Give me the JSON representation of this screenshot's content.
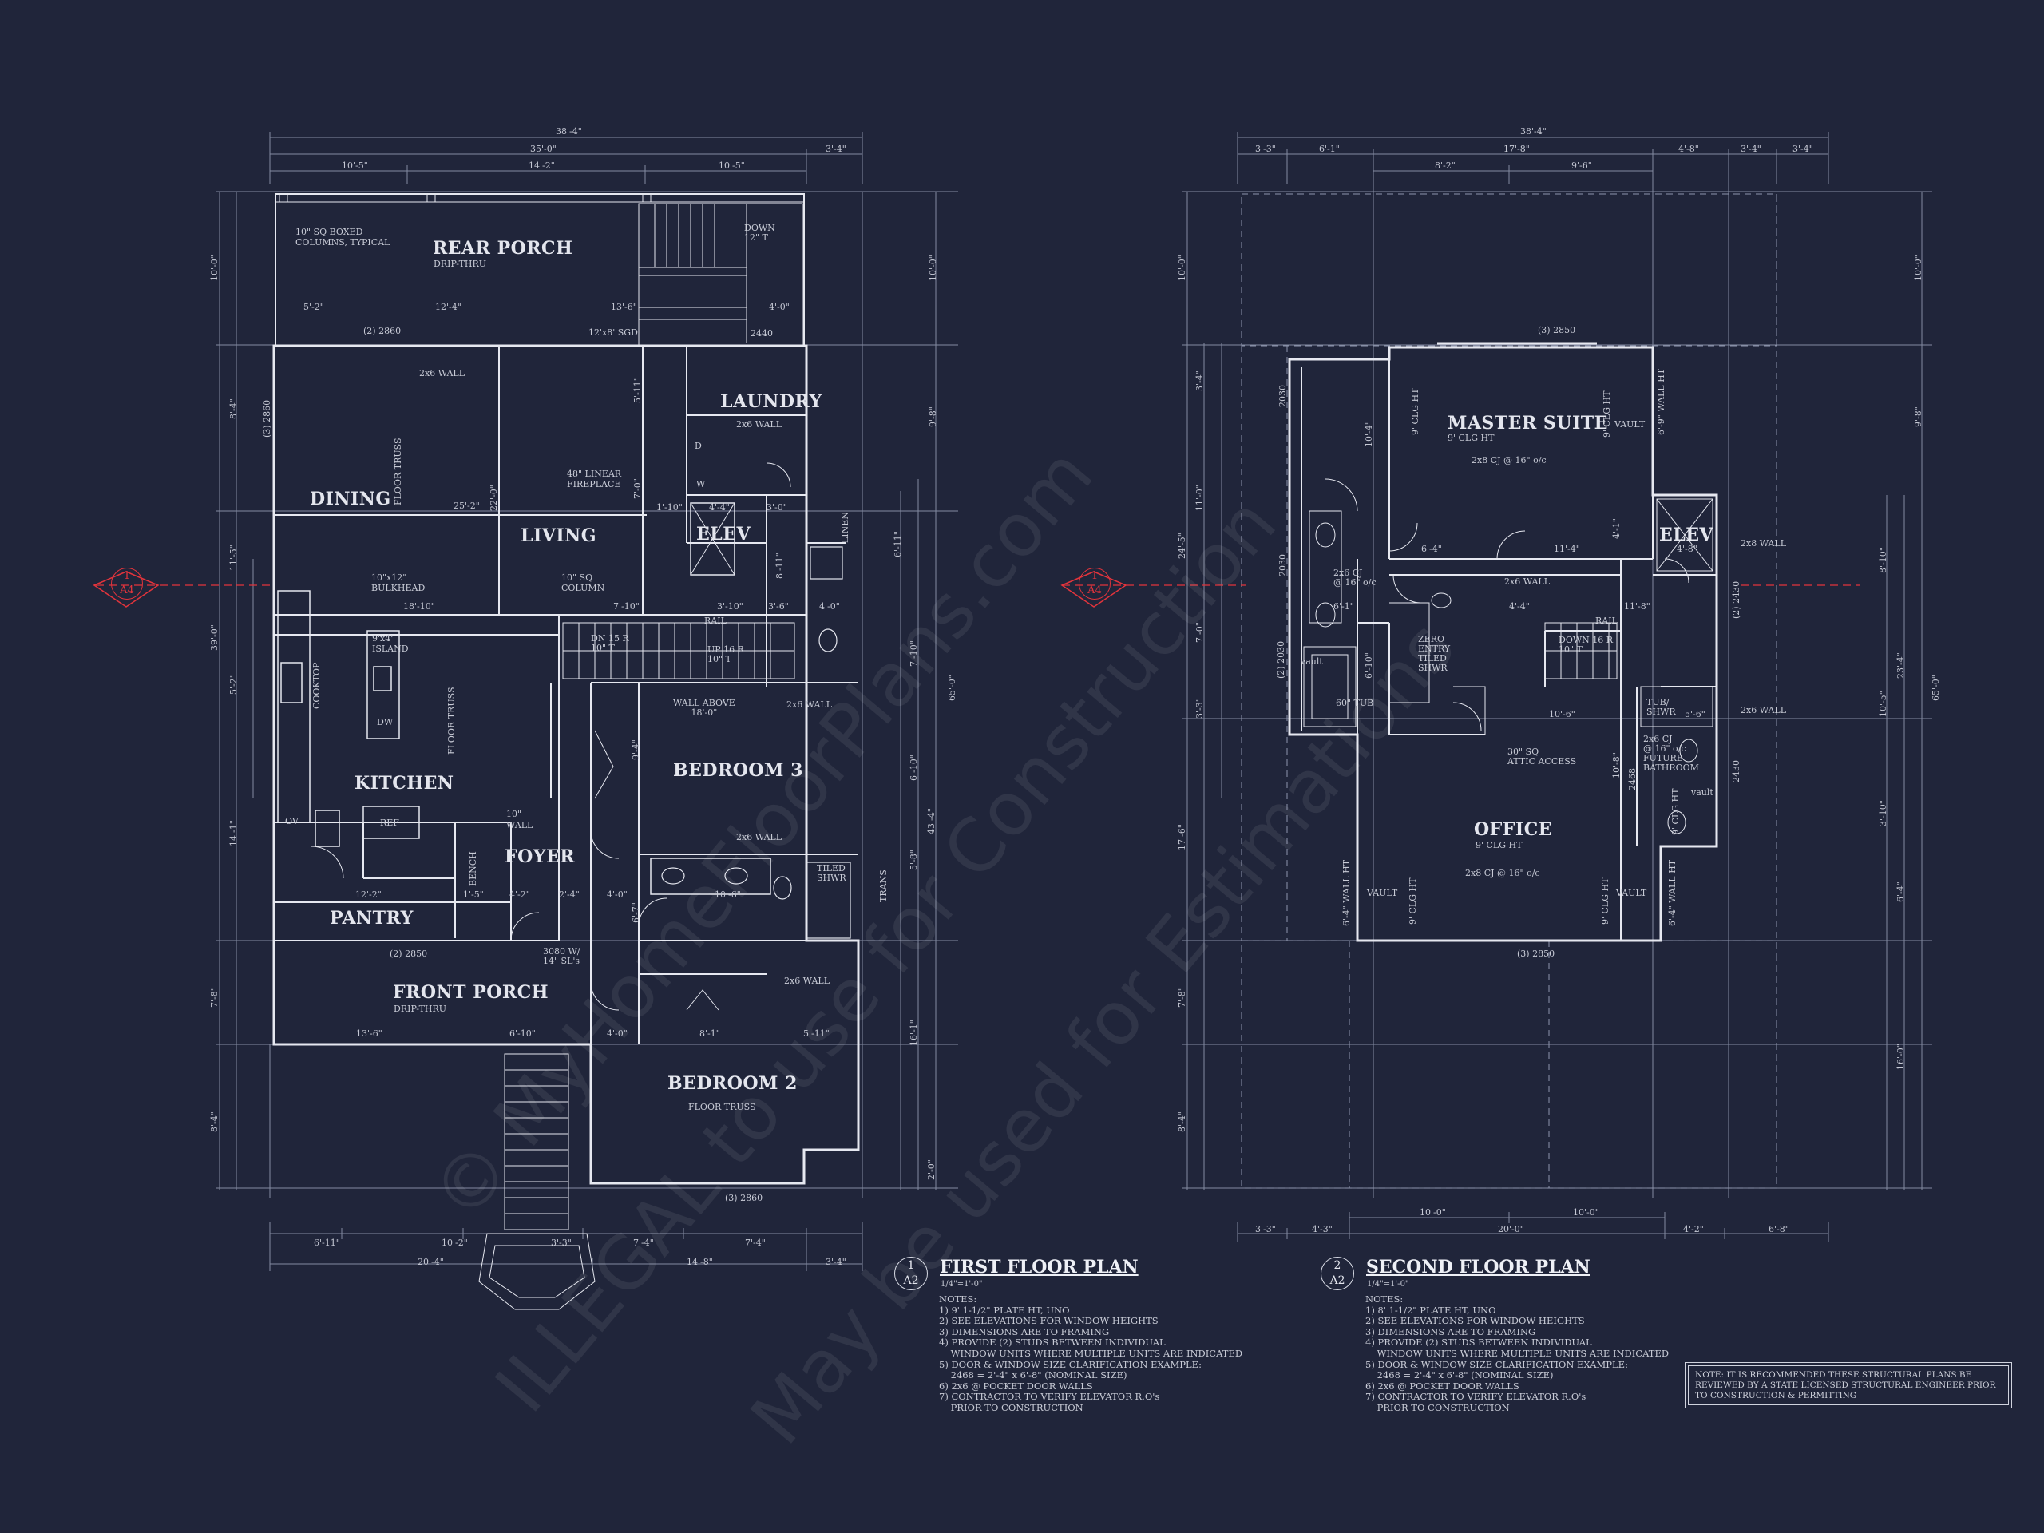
{
  "colors": {
    "background": "#20253a",
    "line": "#d0d3de",
    "section_mark": "#e3343c"
  },
  "first_floor": {
    "title": "FIRST FLOOR PLAN",
    "scale": "1/4\"=1'-0\"",
    "bubble_top": "1",
    "bubble_bottom": "A2",
    "notes": "NOTES:\n1) 9' 1-1/2\" PLATE HT, UNO\n2) SEE ELEVATIONS FOR WINDOW HEIGHTS\n3) DIMENSIONS ARE TO FRAMING\n4) PROVIDE (2) STUDS BETWEEN INDIVIDUAL\n    WINDOW UNITS WHERE MULTIPLE UNITS ARE INDICATED\n5) DOOR & WINDOW SIZE CLARIFICATION EXAMPLE:\n    2468 = 2'-4\" x 6'-8\" (NOMINAL SIZE)\n6) 2x6 @ POCKET DOOR WALLS\n7) CONTRACTOR TO VERIFY ELEVATOR R.O's\n    PRIOR TO CONSTRUCTION",
    "rooms": {
      "rear_porch": "REAR PORCH",
      "rear_porch_sub": "DRIP-THRU",
      "laundry": "LAUNDRY",
      "dining": "DINING",
      "living": "LIVING",
      "elev": "ELEV",
      "bedroom3": "BEDROOM 3",
      "kitchen": "KITCHEN",
      "foyer": "FOYER",
      "pantry": "PANTRY",
      "front_porch": "FRONT PORCH",
      "front_porch_sub": "DRIP-THRU",
      "bedroom2": "BEDROOM 2"
    },
    "labels": {
      "columns": "10\" SQ BOXED\nCOLUMNS, TYPICAL",
      "down": "DOWN\n12\" T",
      "wall_2x6_a": "2x6 WALL",
      "wall_2x6_b": "2x6 WALL",
      "fireplace": "48\" LINEAR\nFIREPLACE",
      "bulkhead": "10\"x12\"\nBULKHEAD",
      "column": "10\" SQ\nCOLUMN",
      "island": "9'x4'\nISLAND",
      "dw": "DW",
      "cooktop": "COOKTOP",
      "ref": "REF",
      "ov": "OV",
      "bench": "BENCH",
      "wall_10": "10\"\nWALL",
      "wall_above": "WALL ABOVE\n18'-0\"",
      "dn15r": "DN 15 R\n10\" T",
      "up16r": "UP 16 R\n10\" T",
      "rail": "RAIL",
      "wall_2x6_c": "2x6 WALL",
      "wall_2x6_d": "2x6 WALL",
      "wall_2x6_e": "2x6 WALL",
      "tiled_shwr": "TILED\nSHWR",
      "trans": "TRANS",
      "sl": "3080 W/\n14\" SL's",
      "floor_truss_a": "FLOOR TRUSS",
      "floor_truss_b": "FLOOR TRUSS",
      "floor_truss_c": "FLOOR TRUSS",
      "d": "D",
      "w": "W",
      "linen": "LINEN",
      "sgd": "12'x8' SGD",
      "w2860a": "(2) 2860",
      "w2850a": "(2) 2850",
      "w2860b": "(3) 2860",
      "w2440": "2440",
      "w2860c": "(3) 2860"
    },
    "dims": {
      "overall_top": "38'-4\"",
      "top_35": "35'-0\"",
      "top_3_4": "3'-4\"",
      "top_10_5a": "10'-5\"",
      "top_14_2": "14'-2\"",
      "top_10_5b": "10'-5\"",
      "r_5_2": "5'-2\"",
      "r_12_4": "12'-4\"",
      "r_13_6": "13'-6\"",
      "r_4_0": "4'-0\"",
      "liv_25_2": "25'-2\"",
      "liv_22_0": "22'-0\"",
      "k_18_10": "18'-10\"",
      "k_7_10": "7'-10\"",
      "k_4_0": "4'-0\"",
      "b3_3_10": "3'-10\"",
      "b3_3_6": "3'-6\"",
      "p_12_2": "12'-2\"",
      "f_1_5": "1'-5\"",
      "f_4_2": "4'-2\"",
      "f_2_4": "2'-4\"",
      "f_4_0": "4'-0\"",
      "b_10_6": "10'-6\"",
      "fp_13_6": "13'-6\"",
      "fp_6_10": "6'-10\"",
      "b2_4_0": "4'-0\"",
      "b2_8_1": "8'-1\"",
      "b2_5_11": "5'-11\"",
      "bot_6_11": "6'-11\"",
      "bot_10_2": "10'-2\"",
      "bot_3_3": "3'-3\"",
      "bot_7_4a": "7'-4\"",
      "bot_7_4b": "7'-4\"",
      "bot_20_4": "20'-4\"",
      "bot_14_8": "14'-8\"",
      "bot_3_4": "3'-4\"",
      "l_10_0": "10'-0\"",
      "l_8_4": "8'-4\"",
      "l_11_5": "11'-5\"",
      "l_39_0": "39'-0\"",
      "l_5_2": "5'-2\"",
      "l_14_1": "14'-1\"",
      "l_7_8": "7'-8\"",
      "l_8_4b": "8'-4\"",
      "rt_10_0": "10'-0\"",
      "rt_9_8": "9'-8\"",
      "rt_6_11": "6'-11\"",
      "rt_7_10": "7'-10\"",
      "rt_65_0": "65'-0\"",
      "rt_6_10": "6'-10\"",
      "rt_43_4": "43'-4\"",
      "rt_5_8": "5'-8\"",
      "rt_16_1": "16'-1\"",
      "rt_2_0": "2'-0\"",
      "i_5_11": "5'-11\"",
      "i_7_0": "7'-0\"",
      "i_1_10": "1'-10\"",
      "i_3_0": "3'-0\"",
      "i_4_4": "4'-4\"",
      "i_9_4": "9'-4\"",
      "i_8_11": "8'-11\"",
      "i_6_7": "6'-7\""
    }
  },
  "second_floor": {
    "title": "SECOND FLOOR PLAN",
    "scale": "1/4\"=1'-0\"",
    "bubble_top": "2",
    "bubble_bottom": "A2",
    "notes": "NOTES:\n1) 8' 1-1/2\" PLATE HT, UNO\n2) SEE ELEVATIONS FOR WINDOW HEIGHTS\n3) DIMENSIONS ARE TO FRAMING\n4) PROVIDE (2) STUDS BETWEEN INDIVIDUAL\n    WINDOW UNITS WHERE MULTIPLE UNITS ARE INDICATED\n5) DOOR & WINDOW SIZE CLARIFICATION EXAMPLE:\n    2468 = 2'-4\" x 6'-8\" (NOMINAL SIZE)\n6) 2x6 @ POCKET DOOR WALLS\n7) CONTRACTOR TO VERIFY ELEVATOR R.O's\n    PRIOR TO CONSTRUCTION",
    "rooms": {
      "master_suite": "MASTER SUITE",
      "master_sub": "9' CLG HT",
      "elev": "ELEV",
      "office": "OFFICE",
      "office_sub": "9' CLG HT"
    },
    "labels": {
      "cj_master": "2x8 CJ @ 16\" o/c",
      "cj_office": "2x8 CJ @ 16\" o/c",
      "vault_a": "VAULT",
      "vault_b": "VAULT",
      "vault_c": "VAULT",
      "wall_2x8": "2x8 WALL",
      "wall_2x6_a": "2x6 WALL",
      "wall_2x6_b": "2x6 WALL",
      "zero_entry": "ZERO\nENTRY\nTILED\nSHWR",
      "tub": "60\" TUB",
      "attic": "30\" SQ\nATTIC ACCESS",
      "tub_shwr": "TUB/\nSHWR",
      "future_bath": "2x6 CJ\n@ 16\" o/c\nFUTURE\nBATHROOM",
      "down16r": "DOWN 16 R\n10\" T",
      "rail": "RAIL",
      "vault_small": "vault",
      "vault_small2": "vault",
      "clg_9_a": "9' CLG HT",
      "clg_9_b": "9' CLG HT",
      "clg_9_c": "9' CLG HT",
      "clg_9_d": "9' CLG HT",
      "clg_9_e": "9' CLG HT",
      "wall_ht_a": "6'-9\" WALL HT",
      "wall_ht_b": "6'-4\" WALL HT",
      "wall_ht_c": "6'-4\" WALL HT",
      "cj_small": "2x6 CJ\n@ 16\" o/c",
      "w2850_top": "(3) 2850",
      "w2850_bot": "(3) 2850",
      "w2030a": "2030",
      "w2030b": "2030",
      "w2030c": "(2) 2030",
      "w2430a": "(2) 2430",
      "w2430b": "2430",
      "w2468": "2468"
    },
    "dims": {
      "overall_top": "38'-4\"",
      "t_3_3": "3'-3\"",
      "t_6_1": "6'-1\"",
      "t_17_8": "17'-8\"",
      "t_4_8": "4'-8\"",
      "t_3_4a": "3'-4\"",
      "t_3_4b": "3'-4\"",
      "t_8_2": "8'-2\"",
      "t_9_6": "9'-6\"",
      "m_6_4": "6'-4\"",
      "m_11_4": "11'-4\"",
      "m_4_8": "4'-8\"",
      "m_4_4": "4'-4\"",
      "m_11_8": "11'-8\"",
      "m_6_1": "6'-1\"",
      "m_10_6": "10'-6\"",
      "m_5_6": "5'-6\"",
      "b_10_0a": "10'-0\"",
      "b_10_0b": "10'-0\"",
      "b_3_3": "3'-3\"",
      "b_4_3": "4'-3\"",
      "b_20_0": "20'-0\"",
      "b_4_2": "4'-2\"",
      "b_6_8": "6'-8\"",
      "l_10_0": "10'-0\"",
      "l_3_4": "3'-4\"",
      "l_11_0": "11'-0\"",
      "l_24_5": "24'-5\"",
      "l_7_0": "7'-0\"",
      "l_3_3": "3'-3\"",
      "l_17_6": "17'-6\"",
      "l_7_8": "7'-8\"",
      "l_8_4": "8'-4\"",
      "r_10_0": "10'-0\"",
      "r_9_8": "9'-8\"",
      "r_8_10": "8'-10\"",
      "r_23_4": "23'-4\"",
      "r_10_5": "10'-5\"",
      "r_65_0": "65'-0\"",
      "r_3_10": "3'-10\"",
      "r_6_4": "6'-4\"",
      "r_16_0": "16'-0\"",
      "i_10_4": "10'-4\"",
      "i_4_1": "4'-1\"",
      "i_6_10": "6'-10\"",
      "i_10_8": "10'-8\""
    }
  },
  "section_mark": {
    "top": "1",
    "bottom": "A4"
  },
  "disclaimer": "NOTE: IT IS RECOMMENDED THESE STRUCTURAL PLANS BE REVIEWED BY A STATE LICENSED STRUCTURAL ENGINEER PRIOR TO CONSTRUCTION & PERMITTING",
  "watermark": {
    "line1": "© MyHomeFloorPlans.com",
    "line2": "ILLEGAL to use for Construction",
    "line3": "May be used for Estimations"
  }
}
